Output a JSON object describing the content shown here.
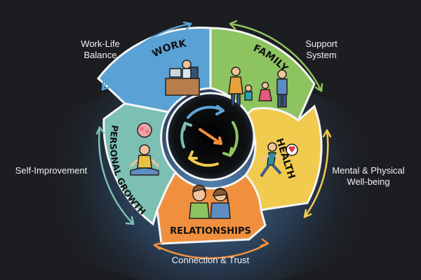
{
  "segments": {
    "work": {
      "label": "WORK",
      "color": "#5aa2d6"
    },
    "family": {
      "label": "FAMILY",
      "color": "#8ec45f"
    },
    "health": {
      "label": "HEALTH",
      "color": "#f1cb4e"
    },
    "relationships": {
      "label": "RELATIONSHIPS",
      "color": "#f0903e"
    },
    "personal_growth": {
      "label": "PERSONAL GROWTH",
      "color": "#7cc0b4"
    }
  },
  "outer_labels": {
    "work_life_balance": [
      "Work-Life",
      "Balance"
    ],
    "support_system": [
      "Support",
      "System"
    ],
    "self_improvement": [
      "Self-Improvement"
    ],
    "mental_physical": [
      "Mental & Physical",
      "Well-being"
    ],
    "connection_trust": [
      "Connection & Trust"
    ]
  },
  "colors": {
    "background": "#1c1d20",
    "glow": "#6aa8ea",
    "center": "#0f1113",
    "arrow_blue": "#5aa2d6",
    "arrow_green": "#8ec45f",
    "arrow_yellow": "#f1cb4e",
    "arrow_orange": "#f0903e",
    "arrow_teal": "#7cc0b4"
  },
  "icons": {
    "work": "person-at-laptop-icon",
    "family": "family-group-icon",
    "health": "running-woman-icon",
    "relationships": "couple-icon",
    "personal_growth": "meditating-person-icon",
    "center": "cycle-arrows-icon"
  }
}
